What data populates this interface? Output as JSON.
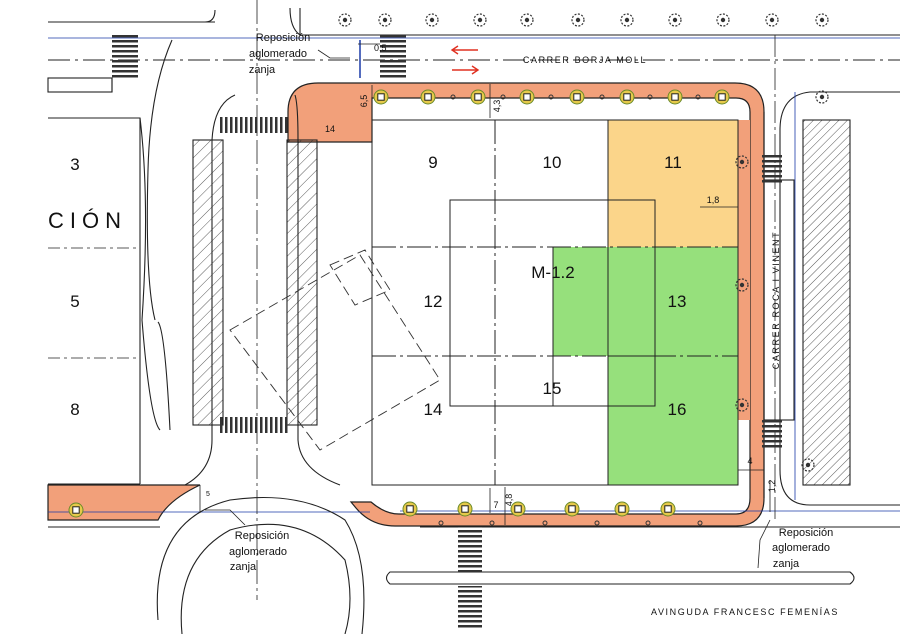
{
  "streets": {
    "north": "CARRER BORJA MOLL",
    "east": "CARRER ROCA I VINENT",
    "south": "AVINGUDA FRANCESC FEMENÍAS"
  },
  "block_label": "M-1.2",
  "lots": [
    "3",
    "5",
    "8",
    "9",
    "10",
    "11",
    "12",
    "13",
    "14",
    "15",
    "16"
  ],
  "partial_label": "CIÓN",
  "dimensions": [
    "0,5",
    "6,5",
    "4,3",
    "14",
    "1,8",
    "4",
    "1,2",
    "4,8",
    "7",
    "5"
  ],
  "notes": {
    "top": [
      "Reposición",
      "aglomerado",
      "zanja"
    ],
    "bottom_left": [
      "Reposición",
      "aglomerado",
      "zanja"
    ],
    "bottom_right": [
      "Reposición",
      "aglomerado",
      "zanja"
    ]
  },
  "colors": {
    "sidewalk": "#f2a07a",
    "lot_yellow": "#fbd58a",
    "lot_green": "#96e07c",
    "line": "#222222",
    "blue_line": "#1a3aa8",
    "arrow": "#e03020"
  }
}
